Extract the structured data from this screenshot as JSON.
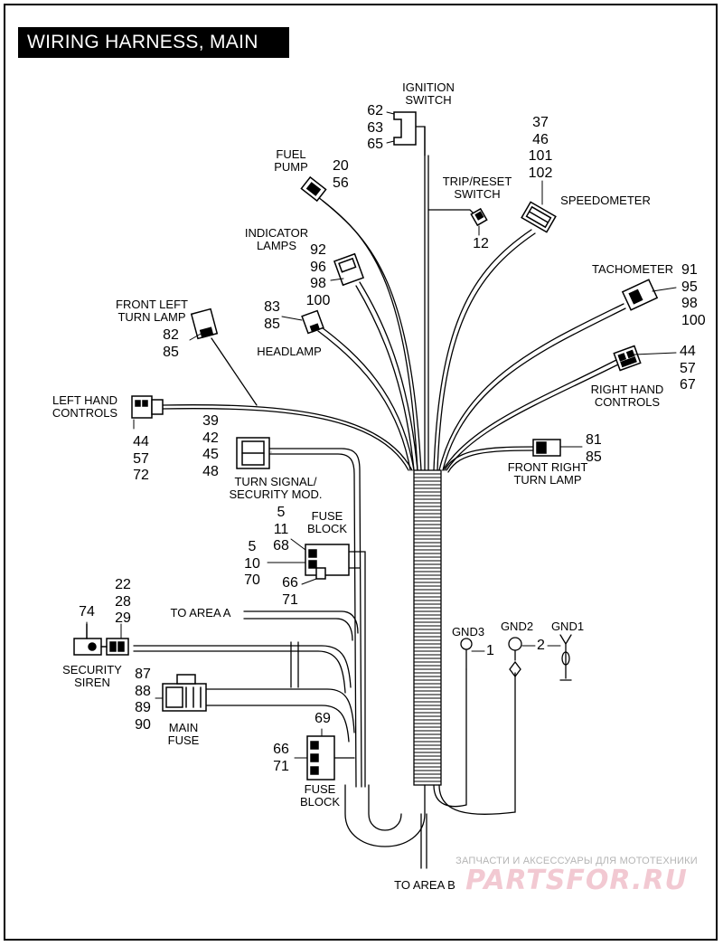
{
  "title": "WIRING HARNESS, MAIN",
  "labels": {
    "ignition_switch": "IGNITION\nSWITCH",
    "fuel_pump": "FUEL\nPUMP",
    "trip_reset_switch": "TRIP/RESET\nSWITCH",
    "speedometer": "SPEEDOMETER",
    "indicator_lamps": "INDICATOR\nLAMPS",
    "tachometer": "TACHOMETER",
    "front_left_turn_lamp": "FRONT LEFT\nTURN LAMP",
    "headlamp": "HEADLAMP",
    "right_hand_controls": "RIGHT HAND\nCONTROLS",
    "left_hand_controls": "LEFT HAND\nCONTROLS",
    "front_right_turn_lamp": "FRONT RIGHT\nTURN LAMP",
    "turn_signal_security_module": "TURN SIGNAL/\nSECURITY MOD.",
    "fuse_block_upper": "FUSE\nBLOCK",
    "to_area_a": "TO AREA A",
    "gnd3": "GND3",
    "gnd2": "GND2",
    "gnd1": "GND1",
    "security_siren": "SECURITY\nSIREN",
    "main_fuse": "MAIN\nFUSE",
    "fuse_block_lower": "FUSE\nBLOCK",
    "to_area_b": "TO AREA B"
  },
  "callouts": {
    "ignition_switch": "62\n63\n65",
    "fuel_pump": "20\n56",
    "trip_reset_switch": "12",
    "speedometer": "37\n46\n101\n102",
    "indicator_lamps": "92\n96\n98\n100",
    "tachometer": "91\n95\n98\n100",
    "front_left_turn_lamp": "82\n85",
    "headlamp": "83\n85",
    "right_hand_controls": "44\n57\n67",
    "left_hand_controls": "44\n57\n72",
    "front_right_turn_lamp": "81\n85",
    "turn_signal_security_module": "39\n42\n45\n48",
    "fuse_block_upper_top": "5\n11\n68",
    "fuse_block_upper_left": "5\n10\n70",
    "fuse_block_upper_bottom": "66\n71",
    "gnd3": "1",
    "gnd2": "2",
    "security_siren_top": "74",
    "security_siren_connector": "22\n28\n29",
    "main_fuse": "87\n88\n89\n90",
    "fuse_block_lower_top": "69",
    "fuse_block_lower_left": "66\n71"
  },
  "watermark": {
    "caption": "ЗАПЧАСТИ И АКСЕССУАРЫ ДЛЯ МОТОТЕХНИКИ",
    "logo": "PARTSFOR.RU"
  }
}
